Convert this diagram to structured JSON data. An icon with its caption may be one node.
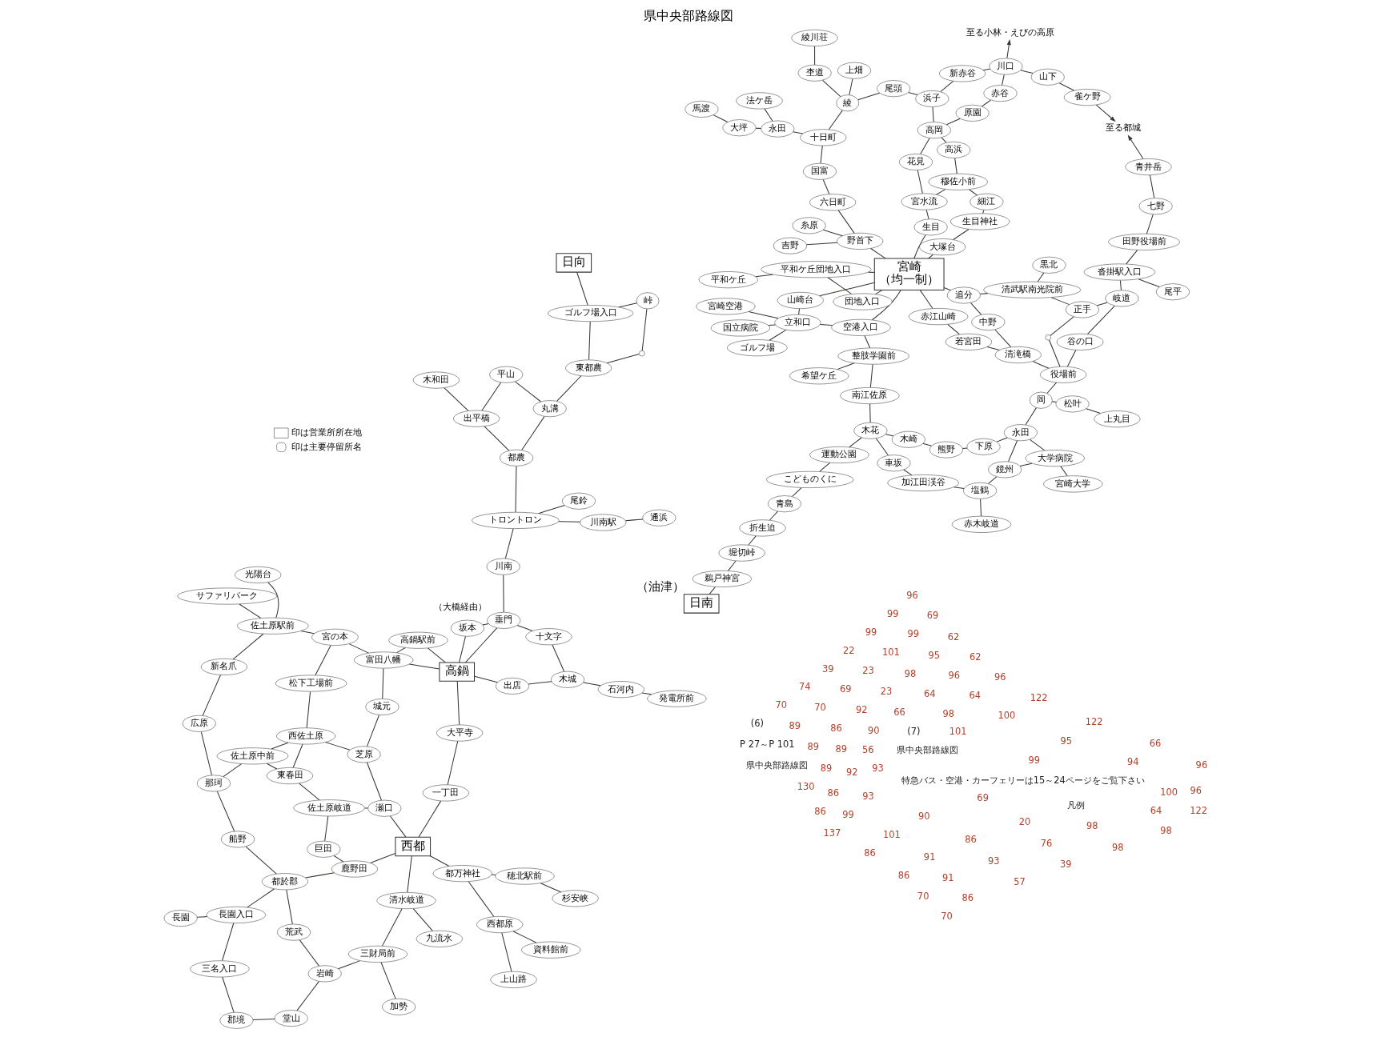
{
  "diagram": {
    "title": "県中央部路線図",
    "nodes": [
      {
        "text": [
          "日南"
        ],
        "beside": [
          "（油津）"
        ]
      },
      {
        "text": [
          "鵜戸神宮"
        ]
      },
      {
        "text": [
          "堀切峠"
        ]
      },
      {
        "text": [
          "折生迫"
        ]
      },
      {
        "text": [
          "青島"
        ]
      },
      {
        "text": [
          "こどものくに"
        ]
      },
      {
        "text": [
          "運動公園"
        ]
      },
      {
        "text": [
          "木花"
        ]
      },
      {
        "text": [
          "南江佐原"
        ]
      },
      {
        "text": [
          "整肢学園前"
        ]
      },
      {
        "text": [
          "空港入口"
        ]
      },
      {
        "text": [
          "宮崎",
          "（均一制）"
        ]
      },
      {
        "text": [
          "団地入口"
        ]
      },
      {
        "text": [
          "平和ケ丘団地入口"
        ]
      },
      {
        "text": [
          "平和ケ丘"
        ]
      },
      {
        "text": [
          "希望ケ丘"
        ]
      },
      {
        "text": [
          "山崎台"
        ]
      },
      {
        "text": [
          "立和口"
        ]
      },
      {
        "text": [
          "宮崎空港"
        ]
      },
      {
        "text": [
          "国立病院"
        ]
      },
      {
        "text": [
          "ゴルフ場"
        ]
      },
      {
        "text": [
          "木崎"
        ]
      },
      {
        "text": [
          "熊野"
        ]
      },
      {
        "text": [
          "下原"
        ]
      },
      {
        "text": [
          "車坂"
        ]
      },
      {
        "text": [
          "加江田渓谷"
        ]
      },
      {
        "text": [
          "塩鶴"
        ]
      },
      {
        "text": [
          "赤木岐道"
        ]
      },
      {
        "text": [
          "鏡州"
        ]
      },
      {
        "text": [
          "大学病院"
        ]
      },
      {
        "text": [
          "宮崎大学"
        ]
      },
      {
        "text": [
          "永田"
        ]
      },
      {
        "text": [
          "岡"
        ]
      },
      {
        "text": [
          "松叶"
        ]
      },
      {
        "text": [
          "上丸目"
        ]
      },
      {
        "text": [
          "役場前"
        ]
      },
      {
        "text": [
          "正手"
        ]
      },
      {
        "text": [
          "谷の口"
        ]
      },
      {
        "text": [
          "岐道"
        ]
      },
      {
        "text": [
          "沓掛駅入口"
        ]
      },
      {
        "text": [
          "尾平"
        ]
      },
      {
        "text": [
          "田野役場前"
        ]
      },
      {
        "text": [
          "七野"
        ]
      },
      {
        "text": [
          "青井岳"
        ]
      },
      {
        "text": [
          "至る都城"
        ]
      },
      {
        "text": [
          "雀ケ野"
        ]
      },
      {
        "text": [
          "山下"
        ]
      },
      {
        "text": [
          "川口"
        ]
      },
      {
        "text": [
          "赤谷"
        ]
      },
      {
        "text": [
          "新赤谷"
        ]
      },
      {
        "text": [
          "至る小林・えびの高原"
        ]
      },
      {
        "text": [
          "原園"
        ]
      },
      {
        "text": [
          "浜子"
        ]
      },
      {
        "text": [
          "尾頭"
        ]
      },
      {
        "text": [
          "綾"
        ]
      },
      {
        "text": [
          "上畑"
        ]
      },
      {
        "text": [
          "杢道"
        ]
      },
      {
        "text": [
          "綾川荘"
        ]
      },
      {
        "text": [
          "法ケ岳"
        ]
      },
      {
        "text": [
          "馬渡"
        ]
      },
      {
        "text": [
          "大坪"
        ]
      },
      {
        "text": [
          "永田"
        ]
      },
      {
        "text": [
          "十日町"
        ]
      },
      {
        "text": [
          "国富"
        ]
      },
      {
        "text": [
          "六日町"
        ]
      },
      {
        "text": [
          "野首下"
        ]
      },
      {
        "text": [
          "吉野"
        ]
      },
      {
        "text": [
          "糸原"
        ]
      },
      {
        "text": [
          "高浜"
        ]
      },
      {
        "text": [
          "高岡"
        ]
      },
      {
        "text": [
          "花見"
        ]
      },
      {
        "text": [
          "穆佐小前"
        ]
      },
      {
        "text": [
          "宮水流"
        ]
      },
      {
        "text": [
          "細江"
        ]
      },
      {
        "text": [
          "生目"
        ]
      },
      {
        "text": [
          "生目神社"
        ]
      },
      {
        "text": [
          "大塚台"
        ]
      },
      {
        "text": [
          "黒北"
        ]
      },
      {
        "text": [
          "清武駅南光院前"
        ]
      },
      {
        "text": [
          "清滝橋"
        ]
      },
      {
        "text": [
          "若宮田"
        ]
      },
      {
        "text": [
          "中野"
        ]
      },
      {
        "text": [
          "追分"
        ]
      },
      {
        "text": [
          "赤江山崎"
        ]
      },
      {
        "text": [],
        "shape": "circle"
      },
      {
        "text": [
          "西都"
        ]
      },
      {
        "text": [
          "高鍋"
        ]
      },
      {
        "text": [
          "日向"
        ]
      },
      {
        "text": [
          "上山路"
        ]
      },
      {
        "text": [
          "資料館前"
        ]
      },
      {
        "text": [
          "西都原"
        ]
      },
      {
        "text": [
          "都万神社"
        ]
      },
      {
        "text": [
          "穂北駅前"
        ]
      },
      {
        "text": [
          "杉安峡"
        ]
      },
      {
        "text": [
          "加勢"
        ]
      },
      {
        "text": [
          "堂山"
        ]
      },
      {
        "text": [
          "岩崎"
        ]
      },
      {
        "text": [
          "九流水"
        ]
      },
      {
        "text": [
          "三財局前"
        ]
      },
      {
        "text": [
          "清水岐道"
        ]
      },
      {
        "text": [
          "郡境"
        ]
      },
      {
        "text": [
          "荒武"
        ]
      },
      {
        "text": [
          "鹿野田"
        ]
      },
      {
        "text": [
          "長園入口"
        ]
      },
      {
        "text": [
          "都於郡"
        ]
      },
      {
        "text": [
          "三名入口"
        ]
      },
      {
        "text": [
          "長園"
        ]
      },
      {
        "text": [
          "巨田"
        ]
      },
      {
        "text": [
          "瀬口"
        ]
      },
      {
        "text": [
          "船野"
        ]
      },
      {
        "text": [
          "佐土原岐道"
        ]
      },
      {
        "text": [
          "東春田"
        ]
      },
      {
        "text": [
          "芝原"
        ]
      },
      {
        "text": [
          "佐土原中前"
        ]
      },
      {
        "text": [
          "西佐土原"
        ]
      },
      {
        "text": [
          "那珂"
        ]
      },
      {
        "text": [
          "一丁田"
        ]
      },
      {
        "text": [
          "大平寺"
        ]
      },
      {
        "text": [
          "発電所前"
        ]
      },
      {
        "text": [
          "石河内"
        ]
      },
      {
        "text": [
          "広原"
        ]
      },
      {
        "text": [
          "松下工場前"
        ]
      },
      {
        "text": [
          "城元"
        ]
      },
      {
        "text": [
          "新名爪"
        ]
      },
      {
        "text": [
          "サファリパーク"
        ]
      },
      {
        "text": [
          "光陽台"
        ]
      },
      {
        "text": [
          "佐土原駅前"
        ]
      },
      {
        "text": [
          "宮の本"
        ]
      },
      {
        "text": [
          "富田八幡"
        ]
      },
      {
        "text": [
          "出店"
        ]
      },
      {
        "text": [
          "木城"
        ]
      },
      {
        "text": [
          "十文字"
        ]
      },
      {
        "text": [
          "坂本"
        ]
      },
      {
        "text": [
          "垂門"
        ],
        "beside": [
          "（大橋経由）"
        ]
      },
      {
        "text": [
          "川南"
        ]
      },
      {
        "text": [
          "トロントロン"
        ]
      },
      {
        "text": [
          "尾鈴"
        ]
      },
      {
        "text": [
          "川南駅"
        ]
      },
      {
        "text": [
          "通浜"
        ]
      },
      {
        "text": [
          "都農"
        ]
      },
      {
        "text": [
          "木和田"
        ]
      },
      {
        "text": [
          "出平橋"
        ]
      },
      {
        "text": [
          "平山"
        ]
      },
      {
        "text": [
          "丸溝"
        ]
      },
      {
        "text": [
          "東都農"
        ]
      },
      {
        "text": [
          "峠"
        ]
      },
      {
        "text": [
          "ゴルフ場入口"
        ]
      },
      {
        "text": [
          "高鍋駅前"
        ]
      },
      {
        "text": [],
        "shape": "circle"
      }
    ],
    "edges": [
      {
        "from": 0,
        "to": 1,
        "arrow": "none"
      },
      {
        "from": 1,
        "to": 2,
        "arrow": "none"
      },
      {
        "from": 2,
        "to": 3,
        "arrow": "none"
      },
      {
        "from": 3,
        "to": 4,
        "arrow": "none"
      },
      {
        "from": 4,
        "to": 5,
        "arrow": "none"
      },
      {
        "from": 5,
        "to": 6,
        "arrow": "none"
      },
      {
        "from": 6,
        "to": 7,
        "arrow": "none"
      },
      {
        "from": 7,
        "to": 8,
        "arrow": "none"
      },
      {
        "from": 8,
        "to": 9,
        "arrow": "none"
      },
      {
        "from": 9,
        "to": 10,
        "arrow": "none"
      },
      {
        "from": 10,
        "to": 11,
        "arrow": "none"
      },
      {
        "from": 11,
        "to": 12,
        "arrow": "none"
      },
      {
        "from": 15,
        "to": 9,
        "arrow": "none"
      },
      {
        "from": 16,
        "to": 11,
        "arrow": "none"
      },
      {
        "from": 16,
        "to": 17,
        "arrow": "none"
      },
      {
        "from": 10,
        "to": 17,
        "arrow": "none"
      },
      {
        "from": 17,
        "to": 18,
        "arrow": "none"
      },
      {
        "from": 17,
        "to": 19,
        "arrow": "none"
      },
      {
        "from": 17,
        "to": 20,
        "arrow": "none"
      },
      {
        "from": 11,
        "to": 13,
        "arrow": "none"
      },
      {
        "from": 13,
        "to": 14,
        "arrow": "none"
      },
      {
        "from": 13,
        "to": 12,
        "arrow": "none"
      },
      {
        "from": 55,
        "to": 54,
        "arrow": "none"
      },
      {
        "from": 54,
        "to": 62,
        "arrow": "none"
      },
      {
        "from": 62,
        "to": 63,
        "arrow": "none"
      },
      {
        "from": 63,
        "to": 64,
        "arrow": "none"
      },
      {
        "from": 64,
        "to": 65,
        "arrow": "none"
      },
      {
        "from": 65,
        "to": 11,
        "arrow": "none"
      },
      {
        "from": 54,
        "to": 56,
        "arrow": "none"
      },
      {
        "from": 56,
        "to": 57,
        "arrow": "none"
      },
      {
        "from": 61,
        "to": 58,
        "arrow": "none"
      },
      {
        "from": 61,
        "to": 60,
        "arrow": "none"
      },
      {
        "from": 60,
        "to": 59,
        "arrow": "none"
      },
      {
        "from": 61,
        "to": 62,
        "arrow": "none"
      },
      {
        "from": 66,
        "to": 65,
        "arrow": "none"
      },
      {
        "from": 67,
        "to": 65,
        "arrow": "none"
      },
      {
        "from": 54,
        "to": 53,
        "arrow": "none"
      },
      {
        "from": 53,
        "to": 52,
        "arrow": "none"
      },
      {
        "from": 47,
        "to": 50,
        "arrow": "to"
      },
      {
        "from": 47,
        "to": 49,
        "arrow": "none"
      },
      {
        "from": 49,
        "to": 52,
        "arrow": "none"
      },
      {
        "from": 47,
        "to": 48,
        "arrow": "none"
      },
      {
        "from": 48,
        "to": 51,
        "arrow": "none"
      },
      {
        "from": 51,
        "to": 69,
        "arrow": "none"
      },
      {
        "from": 52,
        "to": 69,
        "arrow": "none"
      },
      {
        "from": 69,
        "to": 70,
        "arrow": "none"
      },
      {
        "from": 70,
        "to": 72,
        "arrow": "none"
      },
      {
        "from": 72,
        "to": 74,
        "arrow": "none"
      },
      {
        "from": 74,
        "to": 11,
        "arrow": "none"
      },
      {
        "from": 68,
        "to": 69,
        "arrow": "none"
      },
      {
        "from": 68,
        "to": 71,
        "arrow": "none"
      },
      {
        "from": 71,
        "to": 73,
        "arrow": "none"
      },
      {
        "from": 73,
        "to": 75,
        "arrow": "none"
      },
      {
        "from": 75,
        "to": 76,
        "arrow": "none"
      },
      {
        "from": 76,
        "to": 11,
        "arrow": "none"
      },
      {
        "from": 71,
        "to": 72,
        "arrow": "none"
      },
      {
        "from": 47,
        "to": 46,
        "arrow": "none"
      },
      {
        "from": 46,
        "to": 45,
        "arrow": "none"
      },
      {
        "from": 45,
        "to": 44,
        "arrow": "to"
      },
      {
        "from": 43,
        "to": 44,
        "arrow": "to"
      },
      {
        "from": 42,
        "to": 43,
        "arrow": "none"
      },
      {
        "from": 42,
        "to": 41,
        "arrow": "none"
      },
      {
        "from": 41,
        "to": 39,
        "arrow": "none"
      },
      {
        "from": 40,
        "to": 39,
        "arrow": "none"
      },
      {
        "from": 39,
        "to": 38,
        "arrow": "none"
      },
      {
        "from": 38,
        "to": 36,
        "arrow": "none"
      },
      {
        "from": 38,
        "to": 37,
        "arrow": "none"
      },
      {
        "from": 37,
        "to": 35,
        "arrow": "none"
      },
      {
        "from": 32,
        "to": 35,
        "arrow": "none"
      },
      {
        "from": 35,
        "to": 84,
        "arrow": "none"
      },
      {
        "from": 84,
        "to": 36,
        "arrow": "none"
      },
      {
        "from": 35,
        "to": 79,
        "arrow": "none"
      },
      {
        "from": 36,
        "to": 78,
        "arrow": "none"
      },
      {
        "from": 77,
        "to": 78,
        "arrow": "none"
      },
      {
        "from": 78,
        "to": 82,
        "arrow": "none"
      },
      {
        "from": 79,
        "to": 81,
        "arrow": "none"
      },
      {
        "from": 81,
        "to": 82,
        "arrow": "none"
      },
      {
        "from": 82,
        "to": 11,
        "arrow": "none"
      },
      {
        "from": 79,
        "to": 80,
        "arrow": "none"
      },
      {
        "from": 80,
        "to": 83,
        "arrow": "none"
      },
      {
        "from": 83,
        "to": 11,
        "arrow": "none"
      },
      {
        "from": 23,
        "to": 22,
        "arrow": "none"
      },
      {
        "from": 22,
        "to": 21,
        "arrow": "none"
      },
      {
        "from": 21,
        "to": 7,
        "arrow": "none"
      },
      {
        "from": 31,
        "to": 23,
        "arrow": "none"
      },
      {
        "from": 26,
        "to": 28,
        "arrow": "none"
      },
      {
        "from": 28,
        "to": 31,
        "arrow": "none"
      },
      {
        "from": 29,
        "to": 30,
        "arrow": "none"
      },
      {
        "from": 28,
        "to": 29,
        "arrow": "none"
      },
      {
        "from": 29,
        "to": 31,
        "arrow": "none"
      },
      {
        "from": 32,
        "to": 31,
        "arrow": "none"
      },
      {
        "from": 32,
        "to": 33,
        "arrow": "none"
      },
      {
        "from": 33,
        "to": 34,
        "arrow": "none"
      },
      {
        "from": 27,
        "to": 26,
        "arrow": "none"
      },
      {
        "from": 26,
        "to": 25,
        "arrow": "none"
      },
      {
        "from": 25,
        "to": 24,
        "arrow": "none"
      },
      {
        "from": 24,
        "to": 7,
        "arrow": "none"
      },
      {
        "from": 123,
        "to": 126,
        "arrow": "none"
      },
      {
        "from": 126,
        "to": 127,
        "arrow": "none"
      },
      {
        "from": 127,
        "to": 128,
        "arrow": "none"
      },
      {
        "from": 128,
        "to": 86,
        "arrow": "none"
      },
      {
        "from": 86,
        "to": 133,
        "arrow": "none"
      },
      {
        "from": 133,
        "to": 134,
        "arrow": "none"
      },
      {
        "from": 134,
        "to": 135,
        "arrow": "none"
      },
      {
        "from": 135,
        "to": 139,
        "arrow": "none"
      },
      {
        "from": 139,
        "to": 143,
        "arrow": "none"
      },
      {
        "from": 143,
        "to": 144,
        "arrow": "none"
      },
      {
        "from": 144,
        "to": 146,
        "arrow": "none"
      },
      {
        "from": 146,
        "to": 87,
        "arrow": "none"
      },
      {
        "from": 86,
        "to": 147,
        "arrow": "none"
      },
      {
        "from": 128,
        "to": 147,
        "arrow": "none"
      },
      {
        "from": 86,
        "to": 132,
        "arrow": "none"
      },
      {
        "from": 132,
        "to": 133,
        "arrow": "none"
      },
      {
        "from": 85,
        "to": 116,
        "arrow": "none"
      },
      {
        "from": 116,
        "to": 117,
        "arrow": "none"
      },
      {
        "from": 117,
        "to": 86,
        "arrow": "none"
      },
      {
        "from": 86,
        "to": 129,
        "arrow": "none"
      },
      {
        "from": 129,
        "to": 130,
        "arrow": "none"
      },
      {
        "from": 118,
        "to": 119,
        "arrow": "none"
      },
      {
        "from": 119,
        "to": 130,
        "arrow": "none"
      },
      {
        "from": 130,
        "to": 131,
        "arrow": "none"
      },
      {
        "from": 131,
        "to": 133,
        "arrow": "none"
      },
      {
        "from": 136,
        "to": 135,
        "arrow": "none"
      },
      {
        "from": 135,
        "to": 137,
        "arrow": "none"
      },
      {
        "from": 137,
        "to": 138,
        "arrow": "none"
      },
      {
        "from": 140,
        "to": 141,
        "arrow": "none"
      },
      {
        "from": 141,
        "to": 139,
        "arrow": "none"
      },
      {
        "from": 141,
        "to": 142,
        "arrow": "none"
      },
      {
        "from": 142,
        "to": 143,
        "arrow": "none"
      },
      {
        "from": 144,
        "to": 148,
        "arrow": "none"
      },
      {
        "from": 148,
        "to": 145,
        "arrow": "none"
      },
      {
        "from": 145,
        "to": 146,
        "arrow": "none"
      },
      {
        "from": 85,
        "to": 108,
        "arrow": "none"
      },
      {
        "from": 108,
        "to": 110,
        "arrow": "none"
      },
      {
        "from": 110,
        "to": 111,
        "arrow": "none"
      },
      {
        "from": 111,
        "to": 113,
        "arrow": "none"
      },
      {
        "from": 113,
        "to": 115,
        "arrow": "none"
      },
      {
        "from": 115,
        "to": 120,
        "arrow": "none"
      },
      {
        "from": 120,
        "to": 123,
        "arrow": "none"
      },
      {
        "from": 102,
        "to": 107,
        "arrow": "none"
      },
      {
        "from": 107,
        "to": 110,
        "arrow": "none"
      },
      {
        "from": 108,
        "to": 112,
        "arrow": "none"
      },
      {
        "from": 112,
        "to": 122,
        "arrow": "none"
      },
      {
        "from": 122,
        "to": 128,
        "arrow": "none"
      },
      {
        "from": 112,
        "to": 114,
        "arrow": "none"
      },
      {
        "from": 111,
        "to": 114,
        "arrow": "none"
      },
      {
        "from": 113,
        "to": 114,
        "arrow": "none"
      },
      {
        "from": 114,
        "to": 121,
        "arrow": "none"
      },
      {
        "from": 121,
        "to": 127,
        "arrow": "none"
      },
      {
        "from": 109,
        "to": 115,
        "arrow": "none"
      },
      {
        "from": 104,
        "to": 109,
        "arrow": "none"
      },
      {
        "from": 96,
        "to": 101,
        "arrow": "none"
      },
      {
        "from": 101,
        "to": 104,
        "arrow": "none"
      },
      {
        "from": 95,
        "to": 96,
        "arrow": "none"
      },
      {
        "from": 95,
        "to": 100,
        "arrow": "none"
      },
      {
        "from": 100,
        "to": 105,
        "arrow": "none"
      },
      {
        "from": 105,
        "to": 103,
        "arrow": "none"
      },
      {
        "from": 103,
        "to": 104,
        "arrow": "none"
      },
      {
        "from": 103,
        "to": 106,
        "arrow": "none"
      },
      {
        "from": 104,
        "to": 102,
        "arrow": "none"
      },
      {
        "from": 102,
        "to": 85,
        "arrow": "none"
      },
      {
        "from": 96,
        "to": 98,
        "arrow": "none"
      },
      {
        "from": 98,
        "to": 99,
        "arrow": "none"
      },
      {
        "from": 99,
        "to": 85,
        "arrow": "none"
      },
      {
        "from": 94,
        "to": 98,
        "arrow": "none"
      },
      {
        "from": 97,
        "to": 99,
        "arrow": "none"
      },
      {
        "from": 85,
        "to": 91,
        "arrow": "none"
      },
      {
        "from": 91,
        "to": 90,
        "arrow": "none"
      },
      {
        "from": 90,
        "to": 88,
        "arrow": "none"
      },
      {
        "from": 90,
        "to": 89,
        "arrow": "none"
      },
      {
        "from": 91,
        "to": 92,
        "arrow": "none"
      },
      {
        "from": 92,
        "to": 93,
        "arrow": "none"
      },
      {
        "from": 124,
        "to": 126,
        "arrow": "none"
      },
      {
        "from": 125,
        "to": 126,
        "arrow": "none"
      }
    ],
    "labels": [
      "(6)",
      "P 27～P 101",
      "県中央部路線図",
      "130",
      "86",
      "137",
      "86",
      "86",
      "70",
      "70",
      "70",
      "89",
      "89",
      "89",
      "86",
      "99",
      "101",
      "91",
      "91",
      "86",
      "74",
      "70",
      "86",
      "89",
      "92",
      "93",
      "90",
      "86",
      "93",
      "57",
      "39",
      "69",
      "92",
      "90",
      "56",
      "93",
      "69",
      "20",
      "76",
      "39",
      "22",
      "23",
      "23",
      "66",
      "(7)",
      "県中央部路線図",
      "特急バス・空港・カーフェリーは15～24ページをご覧下さい",
      "凡例",
      "98",
      "98",
      "99",
      "101",
      "98",
      "64",
      "98",
      "101",
      "99",
      "100",
      "64",
      "98",
      "99",
      "99",
      "95",
      "96",
      "64",
      "100",
      "95",
      "94",
      "96",
      "122",
      "96",
      "69",
      "62",
      "62",
      "96",
      "122",
      "122",
      "66",
      "96"
    ],
    "legend": [
      {
        "text": "印は営業所所在地"
      },
      {
        "text": "印は主要停留所名"
      }
    ]
  }
}
